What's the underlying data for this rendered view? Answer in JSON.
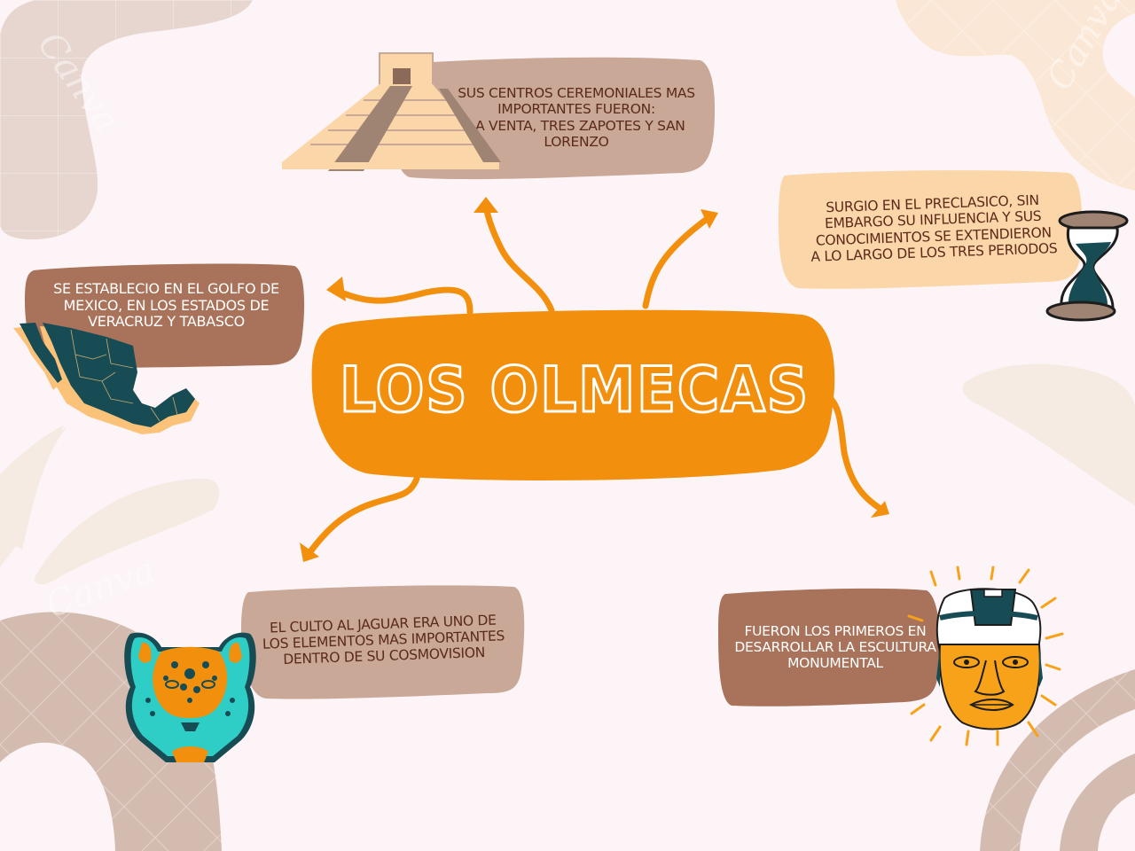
{
  "title": "LOS OLMECAS",
  "colors": {
    "background": "#fcf4f6",
    "title_box": "#f28f0c",
    "title_text_outline": "#ffffff",
    "dark_brown_box": "#a8735a",
    "light_brown_box": "#c9a897",
    "peach_box": "#fbd6a8",
    "dark_text": "#5b2a1b",
    "arrow": "#f28f0c",
    "teal": "#174c55"
  },
  "nodes": [
    {
      "id": "ceremonial-centers",
      "text": "SUS CENTROS CEREMONIALES MAS\nIMPORTANTES FUERON:\nLA VENTA, TRES ZAPOTES Y SAN\nLORENZO",
      "icon": "pyramid-icon"
    },
    {
      "id": "preclassic",
      "text": "SURGIO EN EL PRECLASICO, SIN\nEMBARGO SU INFLUENCIA Y SUS\nCONOCIMIENTOS SE EXTENDIERON\nA LO LARGO DE LOS TRES PERIODOS",
      "icon": "hourglass-icon"
    },
    {
      "id": "location",
      "text": "SE ESTABLECIO EN EL GOLFO DE\nMEXICO, EN LOS ESTADOS DE\nVERACRUZ Y TABASCO",
      "icon": "mexico-map-icon"
    },
    {
      "id": "jaguar",
      "text": "EL CULTO AL JAGUAR ERA UNO DE\nLOS ELEMENTOS MAS IMPORTANTES\nDENTRO DE SU COSMOVISION",
      "icon": "jaguar-icon"
    },
    {
      "id": "sculpture",
      "text": "FUERON LOS PRIMEROS EN\nDESARROLLAR LA ESCULTURA\nMONUMENTAL",
      "icon": "olmec-head-icon"
    }
  ],
  "watermark": "Canva"
}
